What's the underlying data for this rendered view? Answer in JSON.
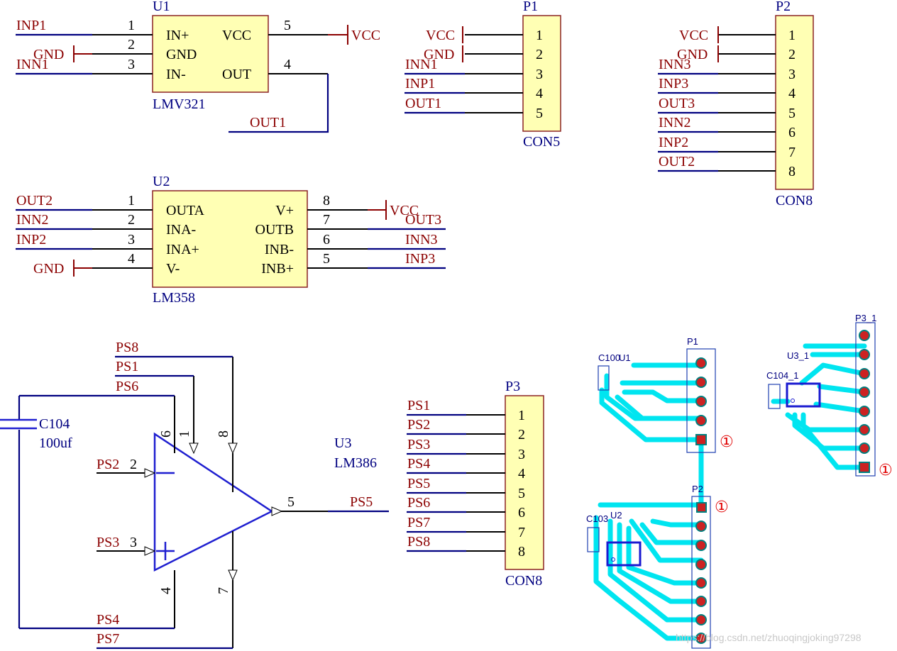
{
  "u1": {
    "ref": "U1",
    "part": "LMV321",
    "pins_left": [
      {
        "num": "1",
        "name": "IN+",
        "net": "INP1"
      },
      {
        "num": "2",
        "name": "GND",
        "net": "GND"
      },
      {
        "num": "3",
        "name": "IN-",
        "net": "INN1"
      }
    ],
    "pins_right": [
      {
        "num": "5",
        "name": "VCC",
        "net": "VCC"
      },
      {
        "num": "4",
        "name": "OUT",
        "net": "OUT1"
      }
    ]
  },
  "u2": {
    "ref": "U2",
    "part": "LM358",
    "pins_left": [
      {
        "num": "1",
        "name": "OUTA",
        "net": "OUT2"
      },
      {
        "num": "2",
        "name": "INA-",
        "net": "INN2"
      },
      {
        "num": "3",
        "name": "INA+",
        "net": "INP2"
      },
      {
        "num": "4",
        "name": "V-",
        "net": "GND"
      }
    ],
    "pins_right": [
      {
        "num": "8",
        "name": "V+",
        "net": "VCC"
      },
      {
        "num": "7",
        "name": "OUTB",
        "net": "OUT3"
      },
      {
        "num": "6",
        "name": "INB-",
        "net": "INN3"
      },
      {
        "num": "5",
        "name": "INB+",
        "net": "INP3"
      }
    ]
  },
  "p1": {
    "ref": "P1",
    "part": "CON5",
    "pins": [
      {
        "num": "1",
        "net": "VCC"
      },
      {
        "num": "2",
        "net": "GND"
      },
      {
        "num": "3",
        "net": "INN1"
      },
      {
        "num": "4",
        "net": "INP1"
      },
      {
        "num": "5",
        "net": "OUT1"
      }
    ]
  },
  "p2": {
    "ref": "P2",
    "part": "CON8",
    "pins": [
      {
        "num": "1",
        "net": "VCC"
      },
      {
        "num": "2",
        "net": "GND"
      },
      {
        "num": "3",
        "net": "INN3"
      },
      {
        "num": "4",
        "net": "INP3"
      },
      {
        "num": "5",
        "net": "OUT3"
      },
      {
        "num": "6",
        "net": "INN2"
      },
      {
        "num": "7",
        "net": "INP2"
      },
      {
        "num": "8",
        "net": "OUT2"
      }
    ]
  },
  "p3": {
    "ref": "P3",
    "part": "CON8",
    "pins": [
      {
        "num": "1",
        "net": "PS1"
      },
      {
        "num": "2",
        "net": "PS2"
      },
      {
        "num": "3",
        "net": "PS3"
      },
      {
        "num": "4",
        "net": "PS4"
      },
      {
        "num": "5",
        "net": "PS5"
      },
      {
        "num": "6",
        "net": "PS6"
      },
      {
        "num": "7",
        "net": "PS7"
      },
      {
        "num": "8",
        "net": "PS8"
      }
    ]
  },
  "u3": {
    "ref": "U3",
    "part": "LM386",
    "pin_nums": {
      "p1": "1",
      "p2": "2",
      "p3": "3",
      "p4": "4",
      "p5": "5",
      "p6": "6",
      "p7": "7",
      "p8": "8"
    },
    "nets": {
      "ps1": "PS1",
      "ps2": "PS2",
      "ps3": "PS3",
      "ps4": "PS4",
      "ps5": "PS5",
      "ps6": "PS6",
      "ps7": "PS7",
      "ps8": "PS8"
    }
  },
  "c104": {
    "ref": "C104",
    "value": "100uf"
  },
  "pcb": {
    "p1_label": "P1",
    "p2_label": "P2",
    "p3_label": "P3_1",
    "c100_label": "C100",
    "u1_label": "U1",
    "c103_label": "C103",
    "u2_label": "U2",
    "c104_label": "C104_1",
    "u3_label": "U3_1",
    "pin1_marker": "①"
  },
  "watermark": "https://blog.csdn.net/zhuoqingjoking97298",
  "colors": {
    "net_label": "#8b0000",
    "ref_label": "#000080",
    "chip_fill": "#ffffb4",
    "pcb_trace": "#00e5f0",
    "pcb_pad": "#cc2222",
    "pin1_marker": "#e00000"
  }
}
